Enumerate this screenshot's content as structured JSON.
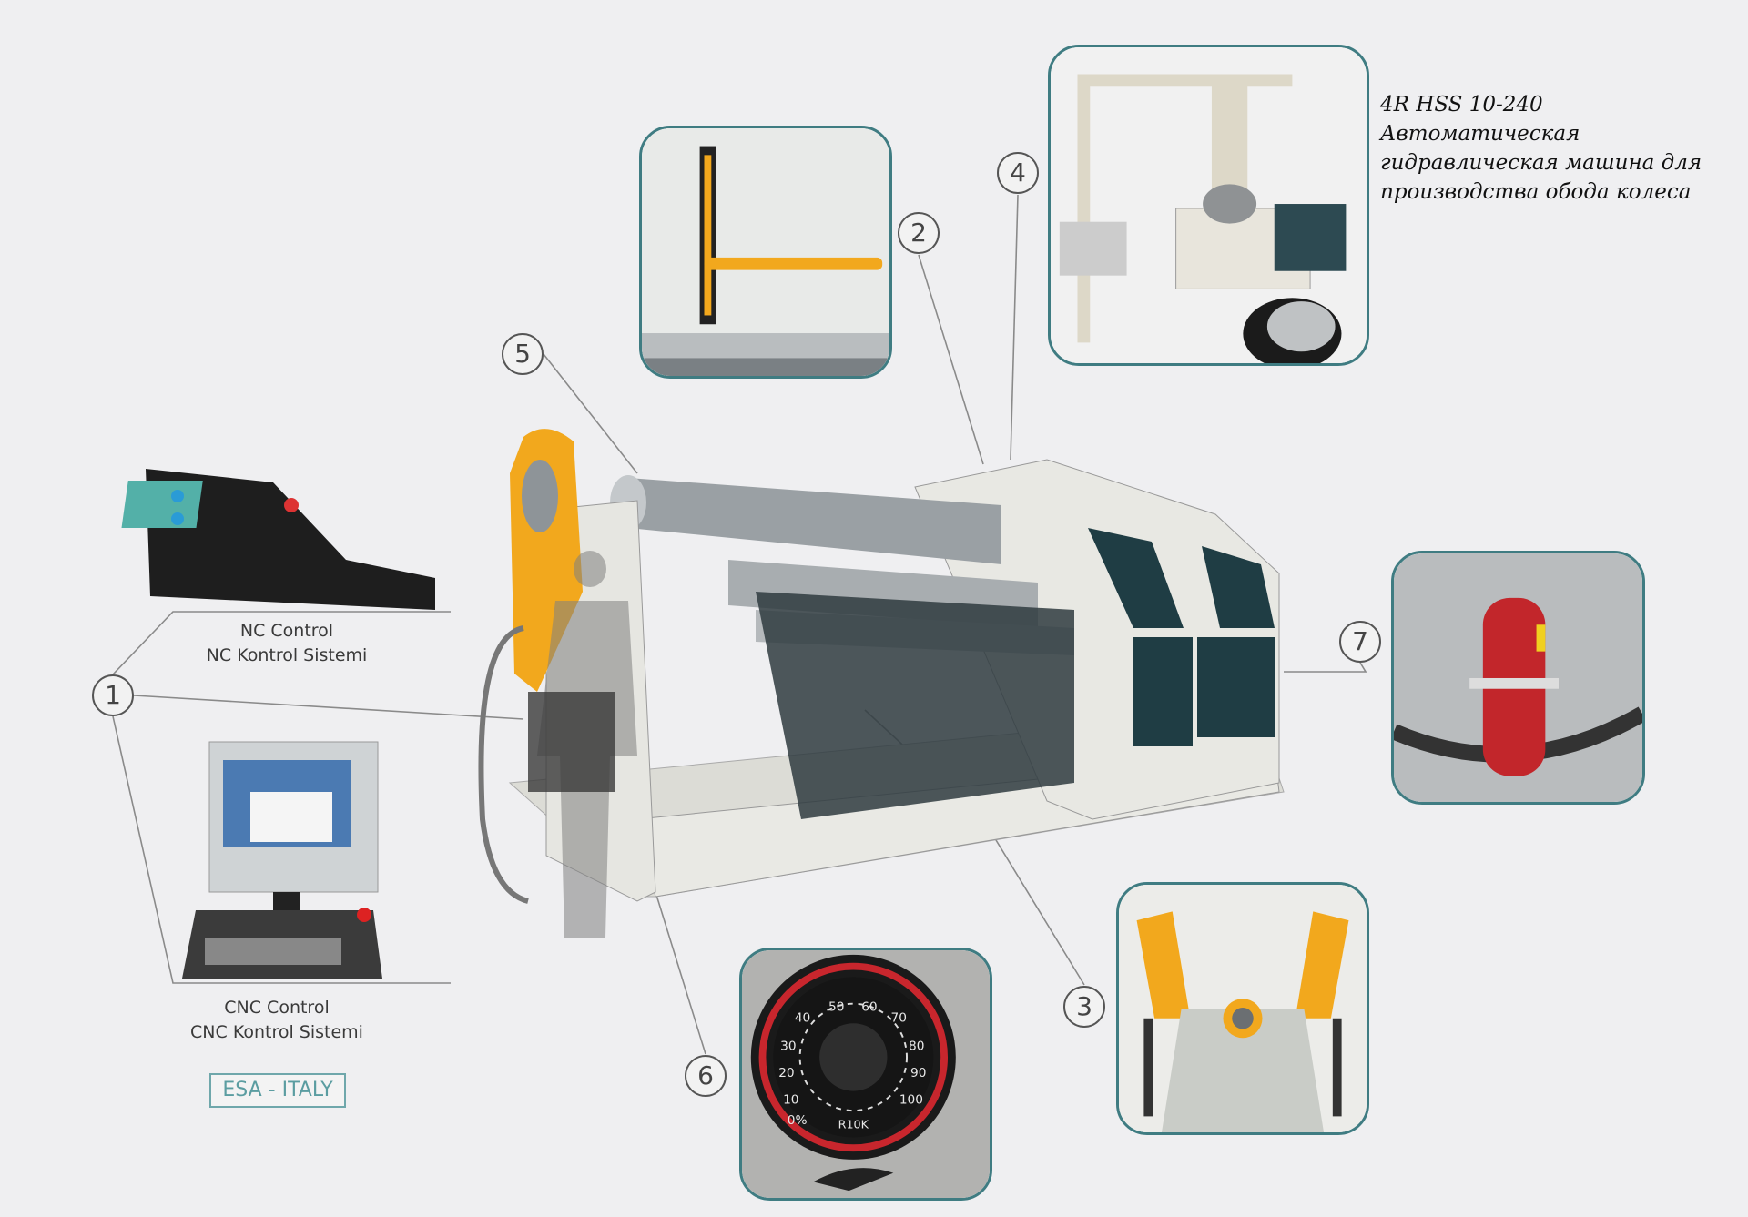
{
  "caption": {
    "model": "4R HSS 10-240",
    "lines": [
      "Автоматическая",
      "гидравлическая машина для",
      "производства обода колеса"
    ]
  },
  "controls": {
    "nc": {
      "title": "NC Control",
      "subtitle": "NC Kontrol Sistemi"
    },
    "cnc": {
      "title": "CNC Control",
      "subtitle": "CNC Kontrol Sistemi"
    },
    "brand_badge": "ESA - ITALY"
  },
  "callouts": [
    "1",
    "2",
    "3",
    "4",
    "5",
    "6",
    "7"
  ],
  "dial": {
    "scale": [
      "0%",
      "10",
      "20",
      "30",
      "40",
      "50",
      "60",
      "70",
      "80",
      "90",
      "100"
    ],
    "model": "R10K"
  },
  "colors": {
    "frame": "#3f7c82",
    "machine_yellow": "#f2a81d",
    "machine_panel": "#1f3d44",
    "machine_body": "#e6e6e1"
  }
}
